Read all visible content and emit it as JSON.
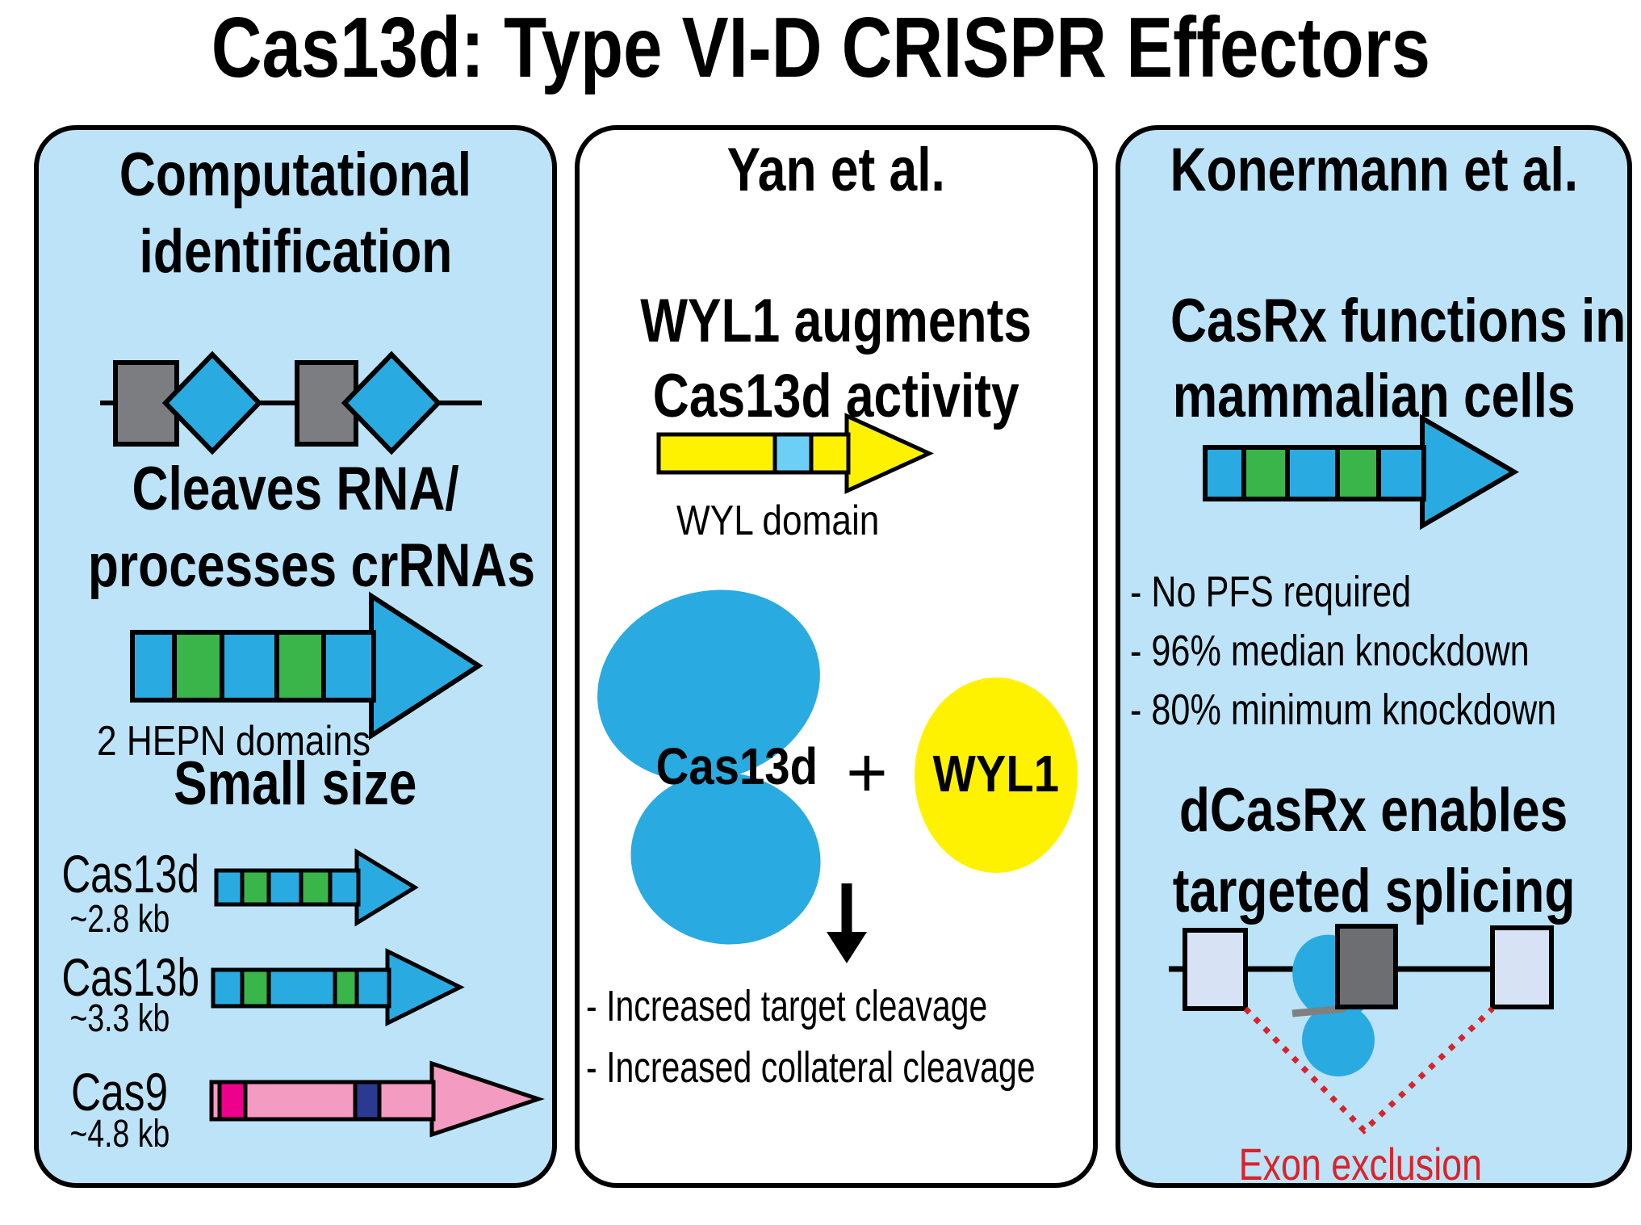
{
  "title": "Cas13d: Type VI-D CRISPR Effectors",
  "colors": {
    "panel_bg": "#bde3f8",
    "blue": "#29abe2",
    "green": "#39b54a",
    "gray": "#7b7d80",
    "yellow": "#fff200",
    "sky": "#6dcff6",
    "pink": "#f49bc1",
    "magenta": "#ec008c",
    "navy": "#2b3990",
    "red": "#d9232b",
    "exon_light": "#d7e3f4",
    "exon_dark": "#6d6e71",
    "grna_gray": "#808080",
    "black": "#000000",
    "white": "#ffffff"
  },
  "left_panel": {
    "heading_line1": "Computational",
    "heading_line2": "identification",
    "cleaves_line1": "Cleaves RNA/",
    "cleaves_line2": "processes crRNAs",
    "hepn_label": "2 HEPN domains",
    "small_size_heading": "Small size",
    "genes": [
      {
        "name": "Cas13d",
        "size": "~2.8 kb"
      },
      {
        "name": "Cas13b",
        "size": "~3.3 kb"
      },
      {
        "name": "Cas9",
        "size": "~4.8 kb"
      }
    ]
  },
  "middle_panel": {
    "heading": "Yan et al.",
    "subheading_line1": "WYL1 augments",
    "subheading_line2": "Cas13d activity",
    "wyl_domain_label": "WYL domain",
    "protein1": "Cas13d",
    "plus": "+",
    "protein2": "WYL1",
    "bullets": [
      "- Increased target cleavage",
      "- Increased collateral cleavage"
    ]
  },
  "right_panel": {
    "heading": "Konermann et al.",
    "subheading_line1": "CasRx functions in",
    "subheading_line2": "mammalian cells",
    "bullets": [
      "- No PFS required",
      "- 96% median knockdown",
      "- 80% minimum knockdown"
    ],
    "splicing_line1": "dCasRx enables",
    "splicing_line2": "targeted splicing",
    "exon_label": "Exon exclusion"
  }
}
